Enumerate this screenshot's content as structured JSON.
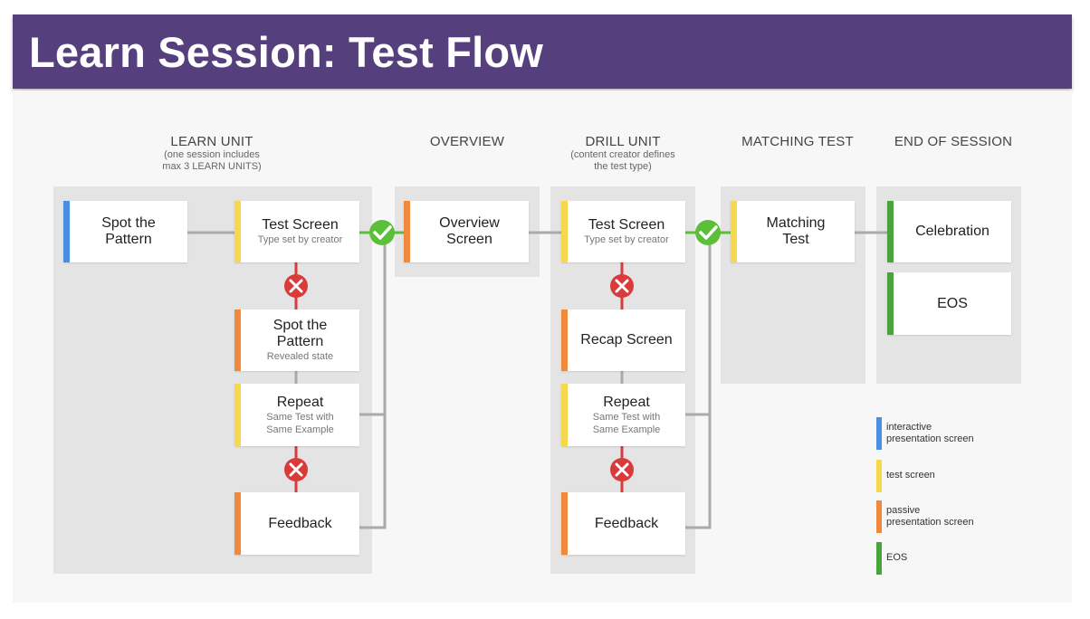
{
  "title": "Learn Session: Test Flow",
  "colors": {
    "header": "#553f7c",
    "interactive": "#4a90e2",
    "test": "#f5d84b",
    "passive": "#ef8a3c",
    "eos": "#4aa43d",
    "pass": "#5bbf3a",
    "fail": "#d93b3b",
    "connector": "#aaaaaa"
  },
  "columns": {
    "learn_unit": {
      "heading": "LEARN UNIT",
      "sub1": "(one session includes",
      "sub2": "max 3 LEARN UNITS)"
    },
    "overview": {
      "heading": "OVERVIEW"
    },
    "drill_unit": {
      "heading": "DRILL UNIT",
      "sub1": "(content creator defines",
      "sub2": "the test type)"
    },
    "matching_test": {
      "heading": "MATCHING TEST"
    },
    "end_of_session": {
      "heading": "END OF SESSION"
    }
  },
  "cards": {
    "spot_the_pattern": {
      "line1": "Spot the",
      "line2": "Pattern",
      "type": "interactive"
    },
    "learn_test_screen": {
      "line1": "Test Screen",
      "sub": "Type set by creator",
      "type": "test"
    },
    "spot_revealed": {
      "line1": "Spot the",
      "line2": "Pattern",
      "sub": "Revealed state",
      "type": "passive"
    },
    "learn_repeat": {
      "line1": "Repeat",
      "sub1": "Same Test with",
      "sub2": "Same Example",
      "type": "test"
    },
    "learn_feedback": {
      "line1": "Feedback",
      "type": "passive"
    },
    "overview_screen": {
      "line1": "Overview",
      "line2": "Screen",
      "type": "passive"
    },
    "drill_test_screen": {
      "line1": "Test Screen",
      "sub": "Type set by creator",
      "type": "test"
    },
    "recap_screen": {
      "line1": "Recap Screen",
      "type": "passive"
    },
    "drill_repeat": {
      "line1": "Repeat",
      "sub1": "Same Test with",
      "sub2": "Same Example",
      "type": "test"
    },
    "drill_feedback": {
      "line1": "Feedback",
      "type": "passive"
    },
    "matching_test": {
      "line1": "Matching",
      "line2": "Test",
      "type": "test"
    },
    "celebration": {
      "line1": "Celebration",
      "type": "eos"
    },
    "eos": {
      "line1": "EOS",
      "type": "eos"
    }
  },
  "legend": [
    {
      "line1": "interactive",
      "line2": "presentation screen",
      "type": "interactive"
    },
    {
      "line1": "test screen",
      "line2": "",
      "type": "test"
    },
    {
      "line1": "passive",
      "line2": "presentation screen",
      "type": "passive"
    },
    {
      "line1": "EOS",
      "line2": "",
      "type": "eos"
    }
  ]
}
